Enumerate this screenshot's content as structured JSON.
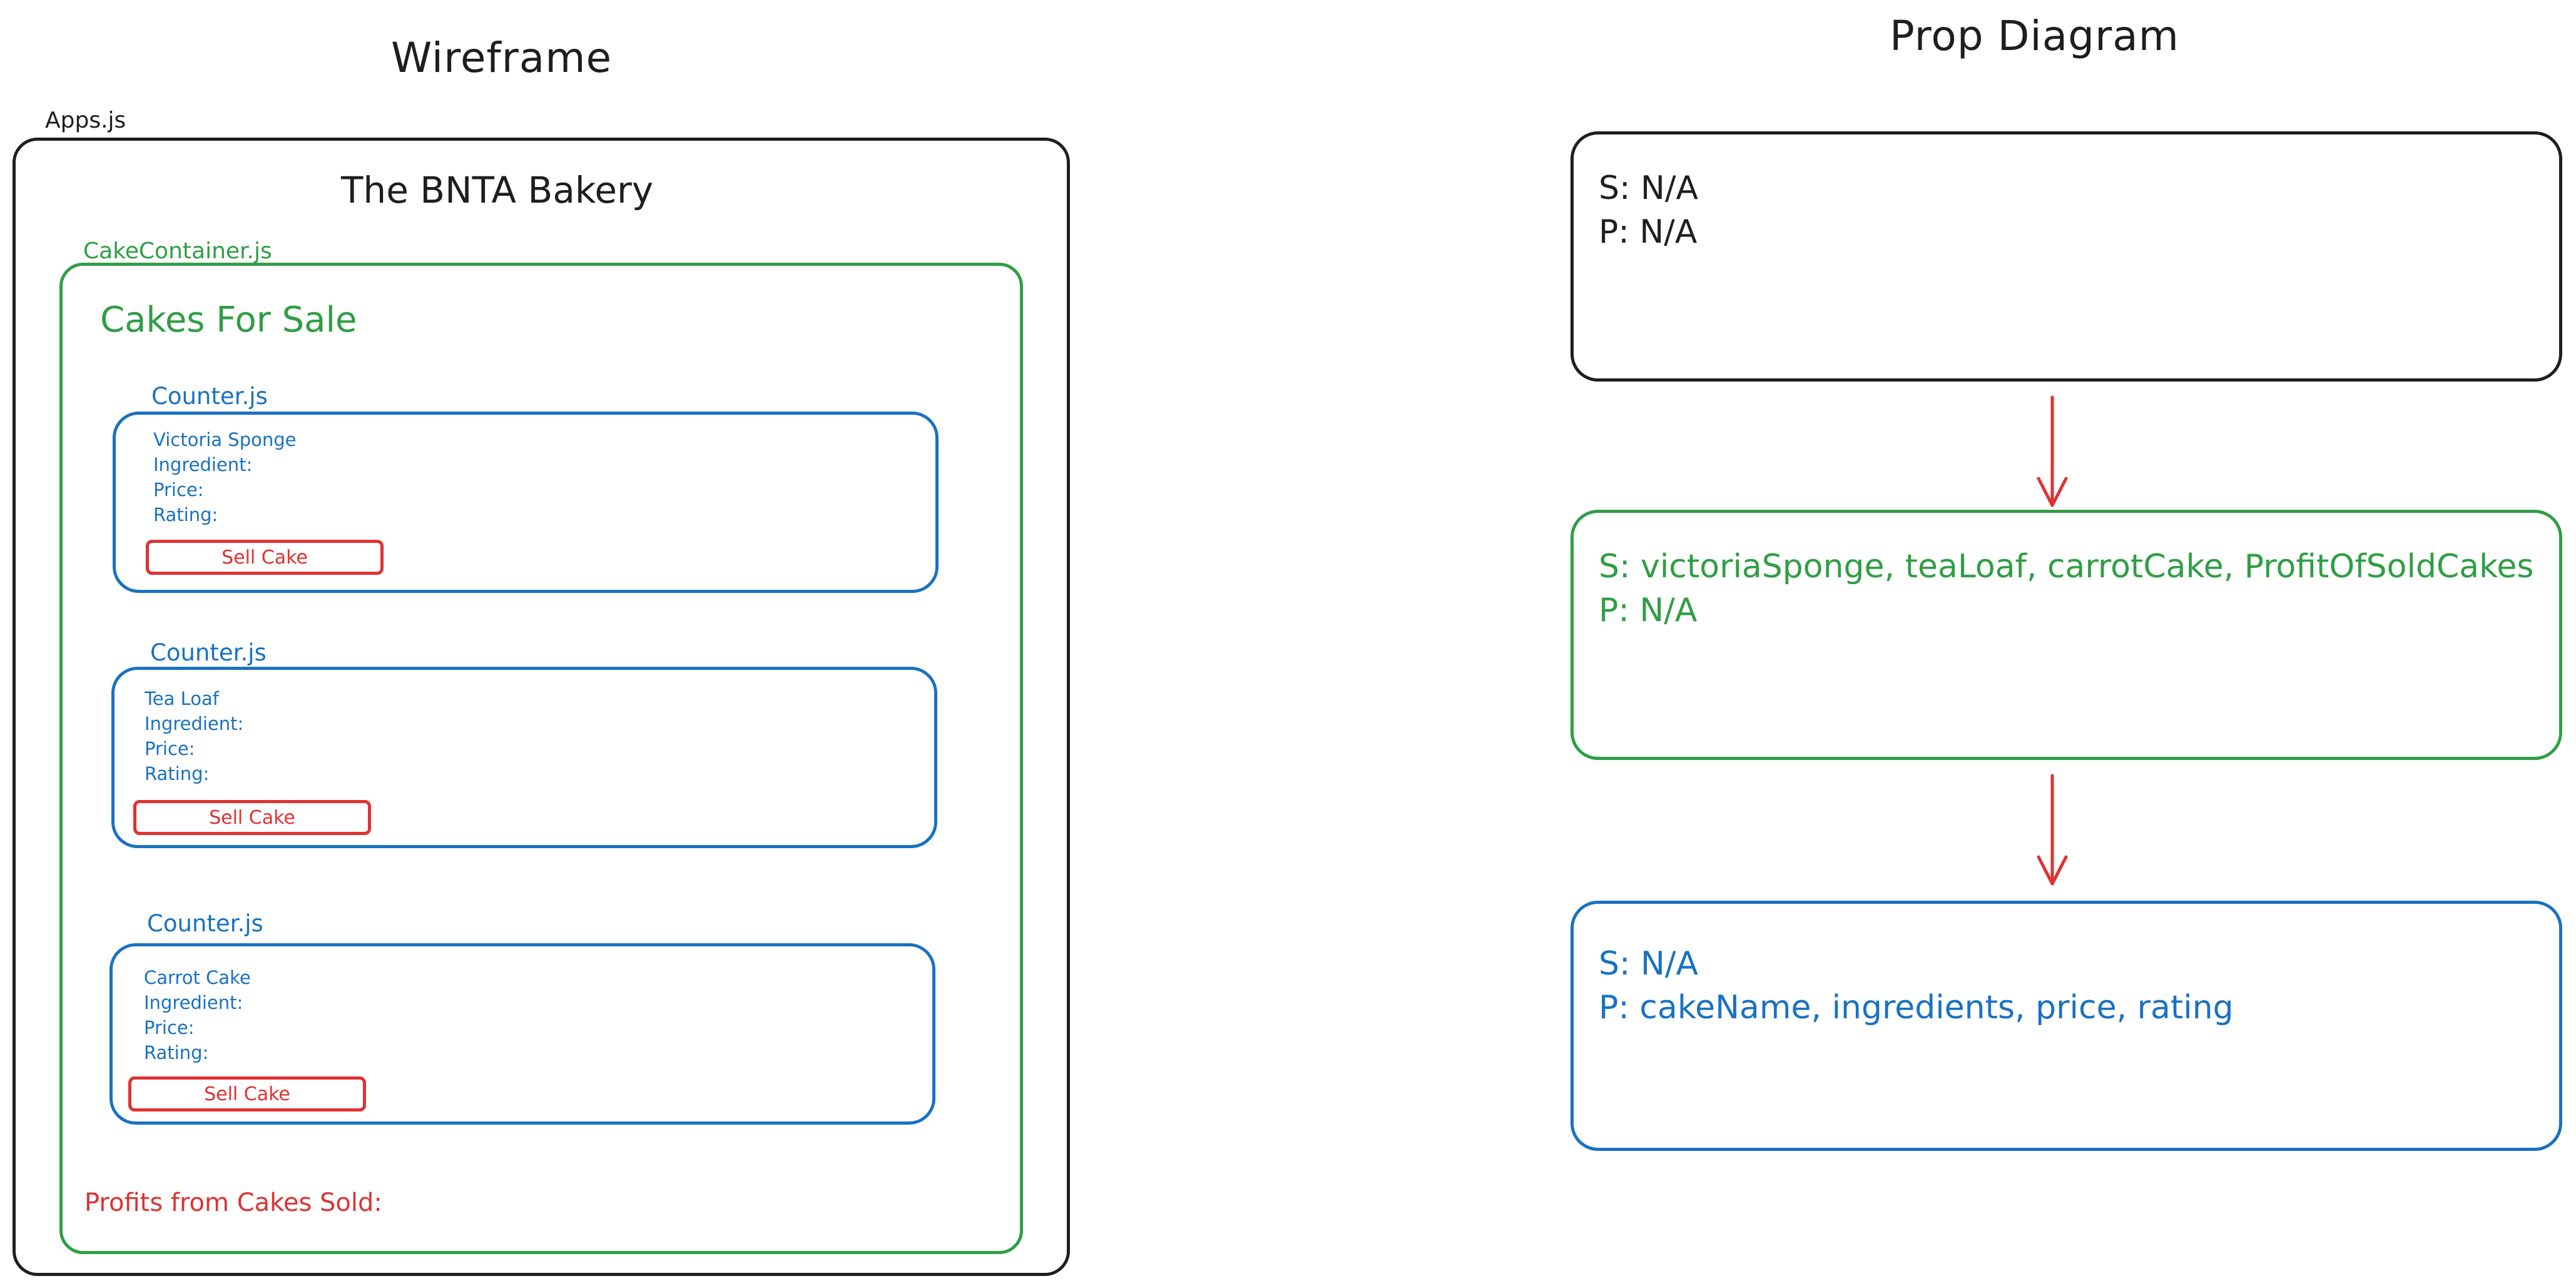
{
  "wireframe": {
    "heading": "Wireframe",
    "app_label": "Apps.js",
    "app_title": "The BNTA Bakery",
    "cake_container_label": "CakeContainer.js",
    "cake_container_title": "Cakes For Sale",
    "counters": [
      {
        "file_label": "Counter.js",
        "cake_name": "Victoria Sponge",
        "ingredient_label": "Ingredient:",
        "price_label": "Price:",
        "rating_label": "Rating:",
        "button_label": "Sell Cake"
      },
      {
        "file_label": "Counter.js",
        "cake_name": "Tea Loaf",
        "ingredient_label": "Ingredient:",
        "price_label": "Price:",
        "rating_label": "Rating:",
        "button_label": "Sell Cake"
      },
      {
        "file_label": "Counter.js",
        "cake_name": "Carrot Cake",
        "ingredient_label": "Ingredient:",
        "price_label": "Price:",
        "rating_label": "Rating:",
        "button_label": "Sell Cake"
      }
    ],
    "profits_label": "Profits from Cakes Sold:"
  },
  "prop_diagram": {
    "heading": "Prop Diagram",
    "boxes": [
      {
        "state": "S: N/A",
        "props": "P: N/A",
        "color": "#1e1e1e"
      },
      {
        "state": "S: victoriaSponge, teaLoaf, carrotCake, ProfitOfSoldCakes",
        "props": "P: N/A",
        "color": "#2f9e44"
      },
      {
        "state": "S: N/A",
        "props": "P: cakeName, ingredients, price, rating",
        "color": "#1971c2"
      }
    ],
    "arrow_color": "#e03131"
  },
  "colors": {
    "app": "#1e1e1e",
    "cake_container": "#2f9e44",
    "counter": "#1971c2",
    "action": "#e03131"
  }
}
